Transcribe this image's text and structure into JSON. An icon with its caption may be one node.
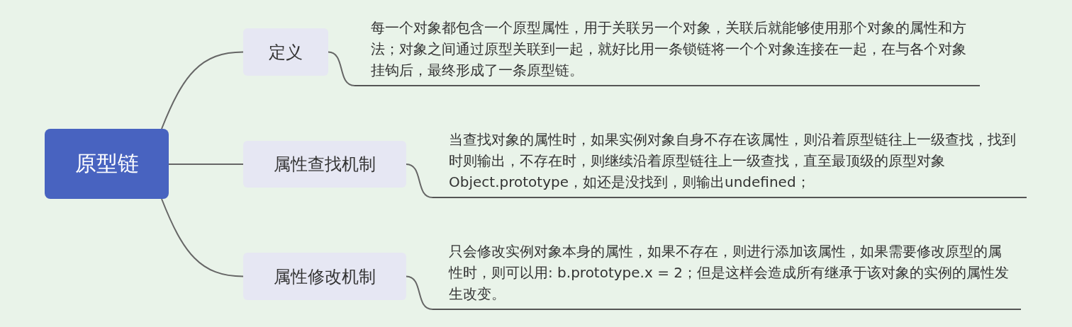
{
  "diagram": {
    "nodes": [
      {
        "text": [
          "原型链"
        ]
      },
      {
        "text": [
          "定义"
        ]
      },
      {
        "text": [
          "属性查找机制"
        ]
      },
      {
        "text": [
          "属性修改机制"
        ]
      },
      {
        "text": [
          "每一个对象都包含一个原型属性，用于关联另一个对象，关联后就能够使用那个对象的属性和方法；对象之间通过原型关联到一起，就好比用一条锁链将一个个对象连接在一起，在与各个对象挂钩后，最终形成了一条原型链。"
        ]
      },
      {
        "text": [
          "当查找对象的属性时，如果实例对象自身不存在该属性，则沿着原型链往上一级查找，找到时则输出，不存在时，则继续沿着原型链往上一级查找，直至最顶级的原型对象Object.prototype，如还是没找到，则输出undefined；"
        ]
      },
      {
        "text": [
          "只会修改实例对象本身的属性，如果不存在，则进行添加该属性，如果需要修改原型的属性时，则可以用: b.prototype.x = 2；但是这样会造成所有继承于该对象的实例的属性发生改变。"
        ]
      }
    ],
    "edges": [
      {
        "from": 0,
        "to": 1,
        "arrow": "none"
      },
      {
        "from": 0,
        "to": 2,
        "arrow": "none"
      },
      {
        "from": 0,
        "to": 3,
        "arrow": "none"
      },
      {
        "from": 1,
        "to": 4,
        "arrow": "none"
      },
      {
        "from": 2,
        "to": 5,
        "arrow": "none"
      },
      {
        "from": 3,
        "to": 6,
        "arrow": "none"
      }
    ]
  }
}
